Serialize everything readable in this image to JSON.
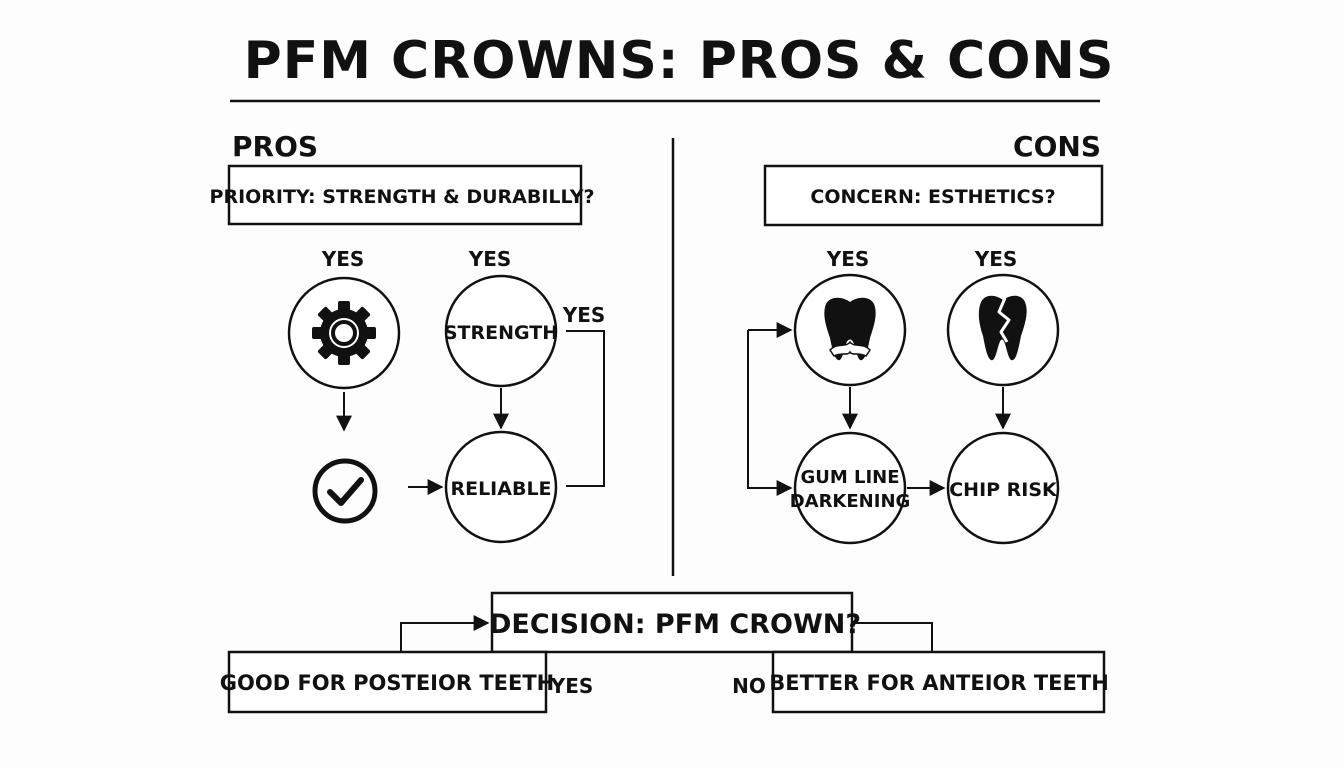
{
  "title": "PFM CROWNS: PROS & CONS",
  "pros": {
    "heading": "PROS",
    "question": "PRIORITY: STRENGTH & DURABILLY?",
    "yes_gear": "YES",
    "yes_strength": "YES",
    "yes_loop": "YES",
    "strength_label": "STRENGTH",
    "reliable_label": "RELIABLE"
  },
  "cons": {
    "heading": "CONS",
    "question": "CONCERN: ESTHETICS?",
    "yes_tooth": "YES",
    "yes_cracked": "YES",
    "gum_line_1": "GUM LINE",
    "gum_line_2": "DARKENING",
    "chip_label": "CHIP RISK"
  },
  "decision": {
    "question": "DECISION: PFM CROWN?",
    "left_box": "GOOD FOR POSTEIOR TEETH",
    "left_answer": "YES",
    "right_answer": "NO",
    "right_box": "BETTER FOR ANTEIOR TEETH"
  },
  "colors": {
    "ink": "#111111",
    "background": "#fdfdfd"
  },
  "icons": [
    "gear-icon",
    "check-icon",
    "tooth-icon",
    "cracked-tooth-icon"
  ]
}
